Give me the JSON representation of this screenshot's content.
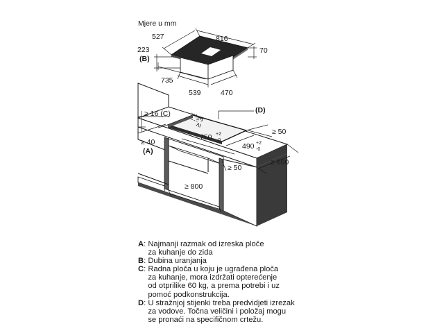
{
  "heading": "Mjere u mm",
  "hob": {
    "width": "816",
    "depth": "527",
    "height": "70",
    "immersion_depth": "223",
    "label_b": "(B)",
    "cutout_width": "735",
    "unit_width": "539",
    "unit_depth": "470"
  },
  "worktop": {
    "label_c": "≥ 16 (C)",
    "min_a": "≥ 40",
    "label_a": "(A)",
    "cutout_length": "750",
    "cutout_length_tol_upper": "+2",
    "cutout_length_tol_lower": "-0",
    "cutout_depth": "490",
    "cutout_depth_tol_upper": "+2",
    "cutout_depth_tol_lower": "-0",
    "min_back": "≥ 50",
    "min_side": "≥ 50",
    "min_depth": "≥ 600",
    "min_inner": "≥ 800",
    "label_d": "(D)",
    "small_dim": "≥ 3"
  },
  "legend": {
    "items": [
      {
        "key": "A",
        "text": "Najmanji razmak od izreska ploče\nza kuhanje do zida"
      },
      {
        "key": "B",
        "text": "Dubina uranjanja"
      },
      {
        "key": "C",
        "text": "Radna ploča u koju je ugrađena ploča\nza kuhanje, mora izdržati opterećenje\nod otprilike 60 kg, a prema potrebi i uz\npomoć podkonstrukcija."
      },
      {
        "key": "D",
        "text": "U stražnjoj stijenki treba predvidjeti izrezak\nza vodove. Točna veličini i položaj mogu\nse pronaći na specifičnom crtežu."
      }
    ]
  },
  "colors": {
    "ink": "#1a1a1a",
    "panel": "#3a3a3a",
    "cabinet": "#5a5a5a"
  }
}
